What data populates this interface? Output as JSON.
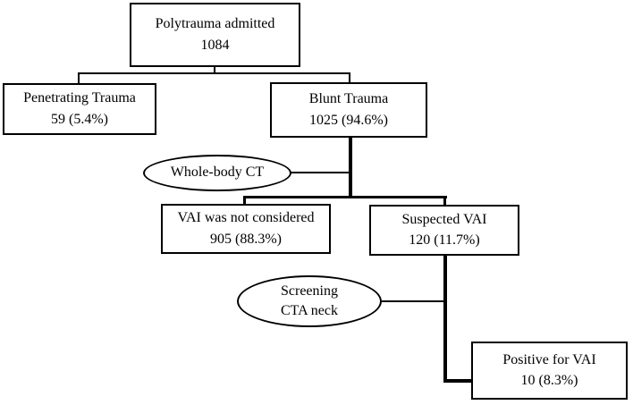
{
  "figure": {
    "type": "flowchart",
    "background": "#ffffff",
    "line_color": "#000000",
    "text_color": "#000000"
  },
  "nodes": {
    "polytrauma": {
      "label": "Polytrauma admitted",
      "value": "1084"
    },
    "penetrating": {
      "label": "Penetrating Trauma",
      "value": "59 (5.4%)"
    },
    "blunt": {
      "label": "Blunt Trauma",
      "value": "1025 (94.6%)"
    },
    "whole_body_ct": {
      "label": "Whole-body CT"
    },
    "vai_not_considered": {
      "label": "VAI was not considered",
      "value": "905 (88.3%)"
    },
    "suspected_vai": {
      "label": "Suspected VAI",
      "value": "120 (11.7%)"
    },
    "screening_cta": {
      "label": "Screening",
      "value": "CTA neck"
    },
    "positive_vai": {
      "label": "Positive for VAI",
      "value": "10 (8.3%)"
    }
  }
}
